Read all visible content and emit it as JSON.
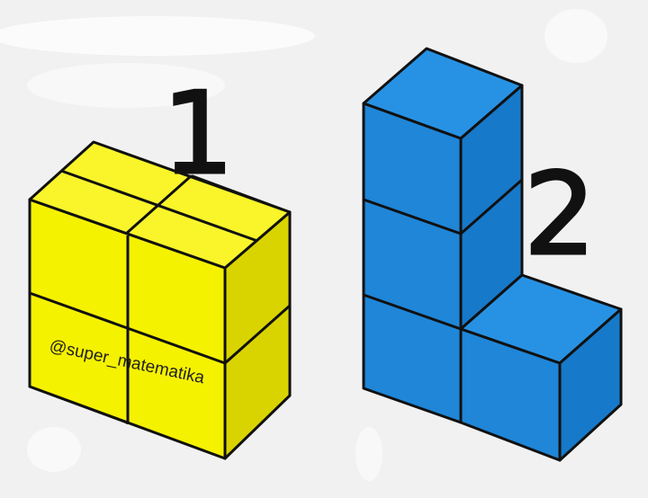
{
  "figures": [
    {
      "label": "1",
      "cube_count": 8,
      "colors": {
        "front": "#f5f200",
        "top": "#f9f52a",
        "side": "#d9d400"
      }
    },
    {
      "label": "2",
      "cube_count": 4,
      "colors": {
        "front": "#1f86d8",
        "top": "#2792e4",
        "side": "#1779c9"
      }
    }
  ],
  "watermark": "@super_matematika",
  "colors": {
    "background": "#f1f1f1",
    "outline": "#111111"
  }
}
